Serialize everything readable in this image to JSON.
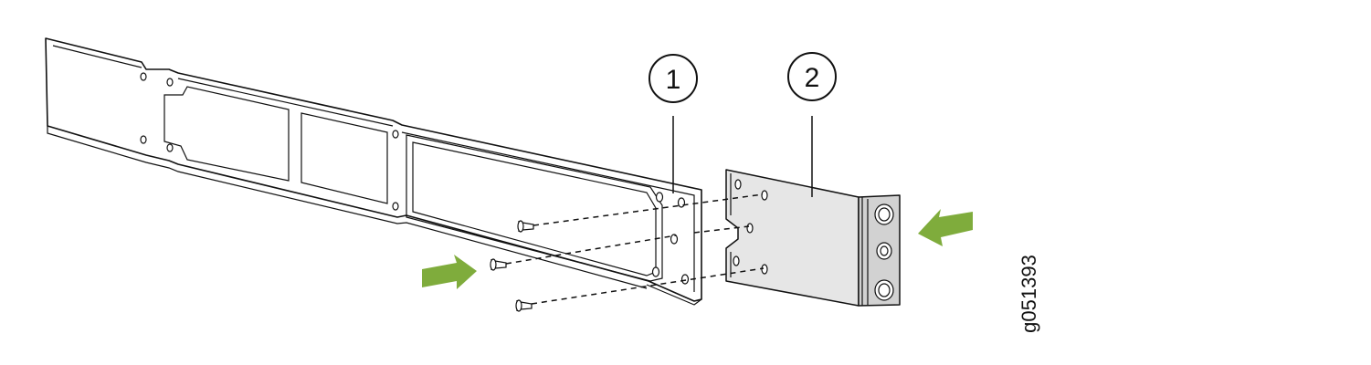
{
  "callouts": [
    {
      "number": "1"
    },
    {
      "number": "2"
    }
  ],
  "figure_id": "g051393",
  "colors": {
    "arrow": "#7fac3c",
    "bracket": "#e6e6e6",
    "line": "#111111"
  }
}
